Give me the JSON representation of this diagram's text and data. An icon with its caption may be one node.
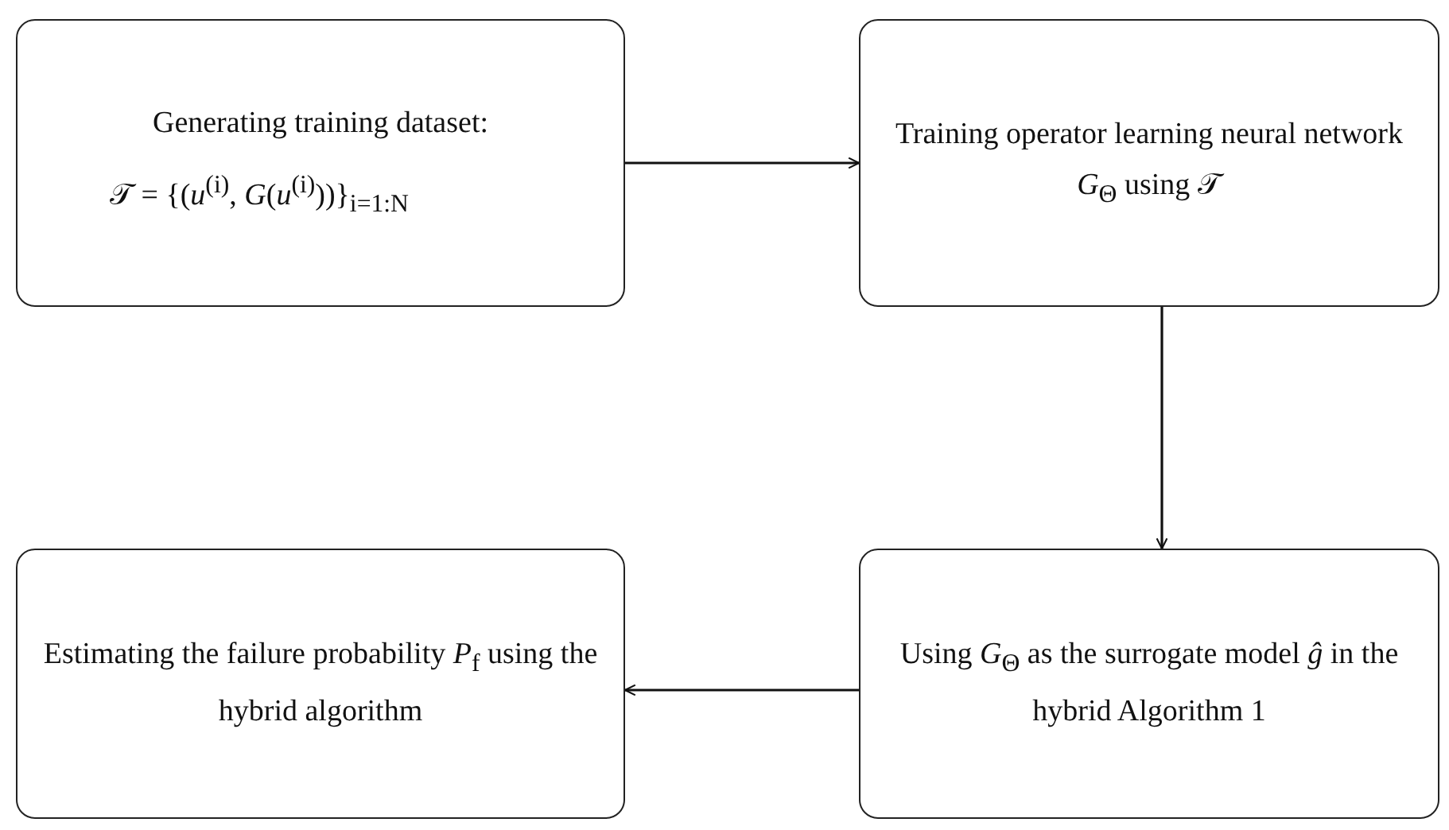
{
  "diagram": {
    "nodes": [
      {
        "text": [
          "Generating training dataset:",
          "𝒯 = {(*u*$^{(i)}$, *G*(*u*$^{(i)}$))}$_{i=1:N}$"
        ]
      },
      {
        "text": [
          "Training operator learning neural network *G*$_{Θ}$ using 𝒯"
        ]
      },
      {
        "text": [
          "Estimating the failure probability *P*$_{f}$ using the hybrid algorithm"
        ]
      },
      {
        "text": [
          "Using *G*$_{Θ}$ as the surrogate model *ĝ* in the hybrid Algorithm 1"
        ]
      }
    ],
    "edges": [
      {
        "from": 0,
        "to": 1,
        "arrow": "to"
      },
      {
        "from": 1,
        "to": 3,
        "arrow": "to"
      },
      {
        "from": 3,
        "to": 2,
        "arrow": "to"
      }
    ]
  }
}
